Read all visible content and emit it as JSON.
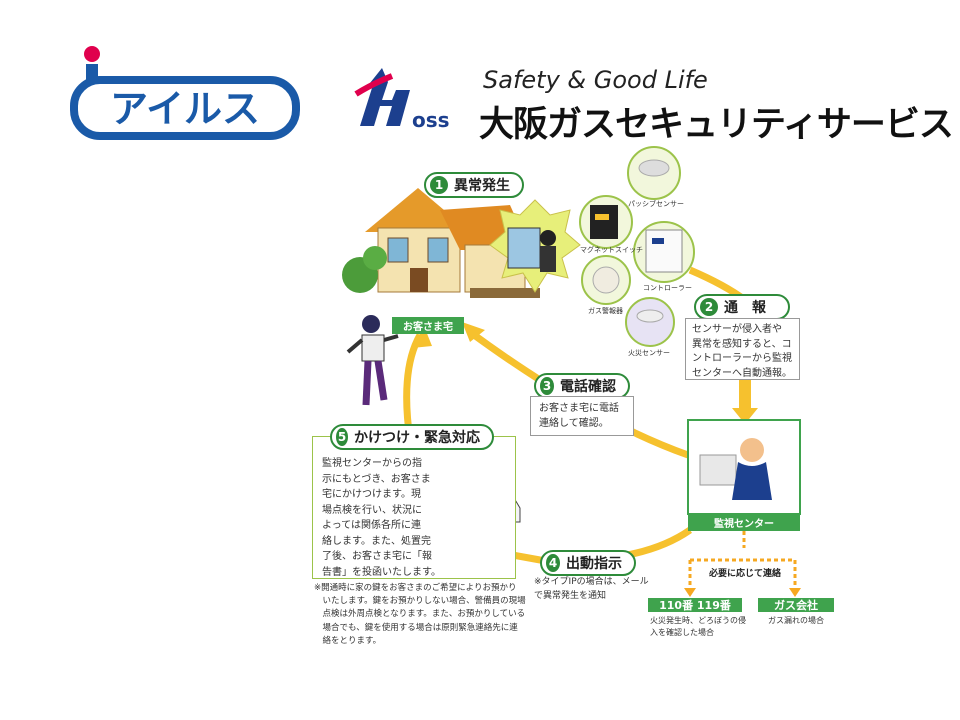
{
  "logos": {
    "ails": "アイルス",
    "oss_mark": "H",
    "oss_text": "oss",
    "tagline": "Safety & Good Life",
    "company": "大阪ガスセキュリティサービス"
  },
  "steps": [
    {
      "num": "1",
      "label": "異常発生"
    },
    {
      "num": "2",
      "label": "通　報",
      "text": [
        "センサーが侵入者や",
        "異常を感知すると、コ",
        "ントローラーから監視",
        "センターへ自動通報。"
      ]
    },
    {
      "num": "3",
      "label": "電話確認",
      "text": [
        "お客さま宅に電話",
        "連絡して確認。"
      ]
    },
    {
      "num": "4",
      "label": "出動指示",
      "note": [
        "※タイプIPの場合は、メール",
        "で異常発生を通知"
      ]
    },
    {
      "num": "5",
      "label": "かけつけ・緊急対応",
      "text": [
        "監視センターからの指",
        "示にもとづき、お客さま",
        "宅にかけつけます。現",
        "場点検を行い、状況に",
        "よっては関係各所に連",
        "絡します。また、処置完",
        "了後、お客さま宅に「報",
        "告書」を投函いたします。"
      ]
    }
  ],
  "labels": {
    "customer_home": "お客さま宅",
    "monitor_center": "監視センター",
    "contact_if_needed": "必要に応じて連絡",
    "emergency": "110番 119番",
    "gas_company": "ガス会社",
    "emergency_note": [
      "火災発生時、どろぼうの侵",
      "入を確認した場合"
    ],
    "gas_note": "ガス漏れの場合"
  },
  "sensors": {
    "passive": "パッシブセンサー",
    "magnet": "マグネットスイッチ",
    "controller": "コントローラー",
    "gas_alarm": "ガス警報器",
    "fire": "火災センサー"
  },
  "footnote": [
    "※開通時に家の鍵をお客さまのご希望によりお預かり",
    "　いたします。鍵をお預かりしない場合、警備員の現場",
    "　点検は外周点検となります。また、お預かりしている",
    "　場合でも、鍵を使用する場合は原則緊急連絡先に連",
    "　絡をとります。"
  ],
  "colors": {
    "green": "#2e8b3a",
    "arrow": "#f6c12e",
    "brand_blue": "#1c3f8e",
    "ails_red": "#e0004d"
  }
}
